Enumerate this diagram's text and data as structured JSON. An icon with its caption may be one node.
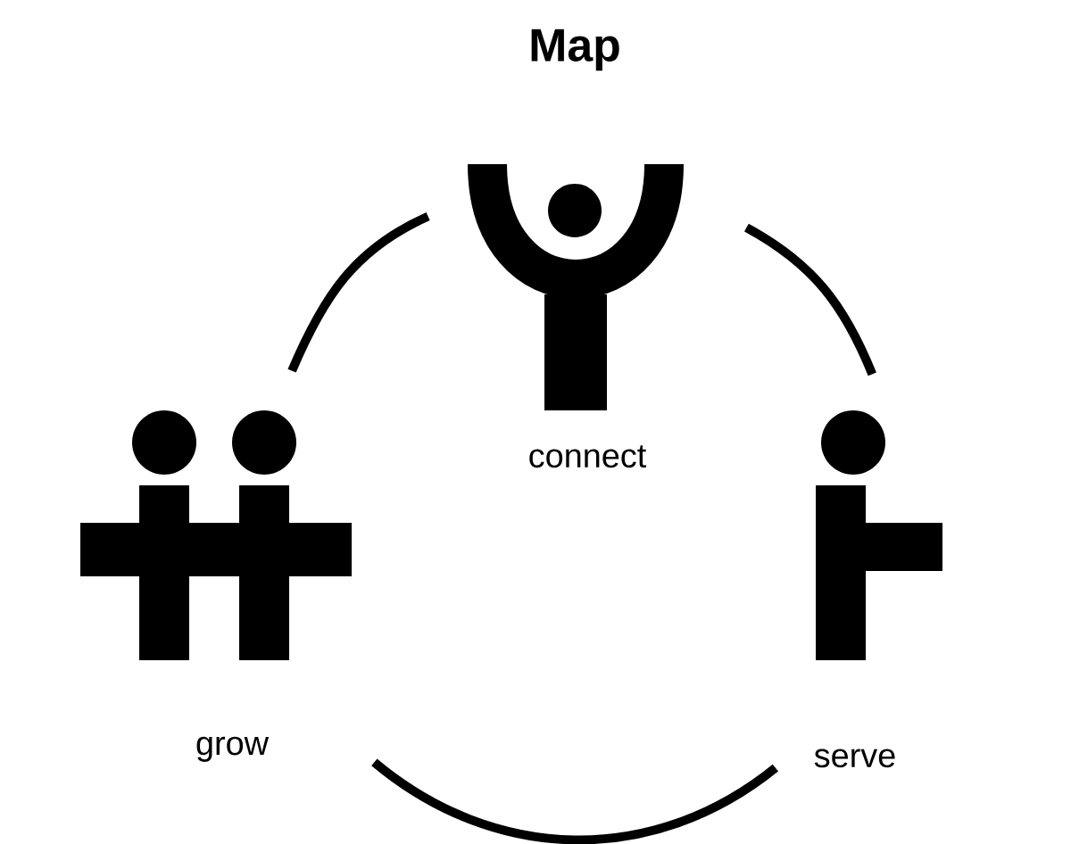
{
  "diagram": {
    "title": "Map",
    "nodes": [
      {
        "text": [
          "connect"
        ]
      },
      {
        "text": [
          "grow"
        ]
      },
      {
        "text": [
          "serve"
        ]
      }
    ],
    "edges": [
      {
        "from": 1,
        "to": 0,
        "arrow": "none"
      },
      {
        "from": 0,
        "to": 2,
        "arrow": "none"
      },
      {
        "from": 1,
        "to": 2,
        "arrow": "none"
      }
    ]
  }
}
